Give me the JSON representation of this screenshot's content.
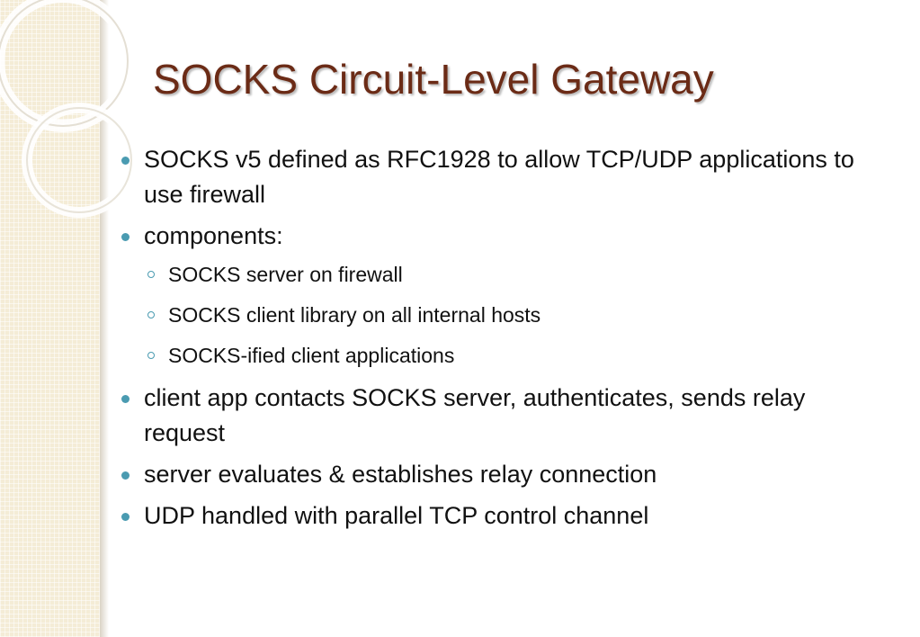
{
  "slide": {
    "title": "SOCKS Circuit-Level Gateway",
    "bullets": [
      {
        "text": "SOCKS v5 defined as RFC1928 to allow TCP/UDP applications to use firewall",
        "subitems": []
      },
      {
        "text": "components:",
        "subitems": [
          "SOCKS server on firewall",
          "SOCKS client library on all internal hosts",
          "SOCKS-ified client applications"
        ]
      },
      {
        "text": "client app contacts SOCKS server, authenticates, sends relay request",
        "subitems": []
      },
      {
        "text": "server evaluates & establishes relay connection",
        "subitems": []
      },
      {
        "text": "UDP handled with parallel TCP control channel",
        "subitems": []
      }
    ]
  },
  "colors": {
    "title": "#6b2b16",
    "bullet_marker": "#4a9bb1",
    "body_text": "#111111",
    "side_band": "#f4ecd6"
  },
  "icons": {
    "bullet": "filled-circle-bullet",
    "sub_bullet": "hollow-circle-bullet"
  }
}
